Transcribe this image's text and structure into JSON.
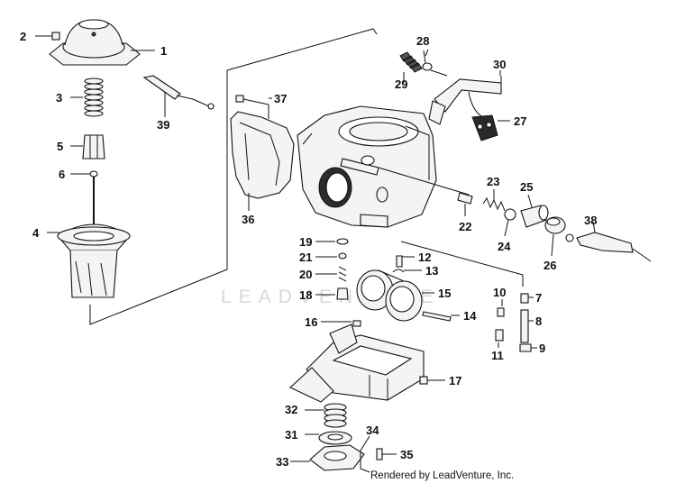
{
  "watermark": "LEADVENTURE",
  "credit": "Rendered by LeadVenture, Inc.",
  "callouts": {
    "c1": "1",
    "c2": "2",
    "c3": "3",
    "c4": "4",
    "c5": "5",
    "c6": "6",
    "c7": "7",
    "c8": "8",
    "c9": "9",
    "c10": "10",
    "c11": "11",
    "c12": "12",
    "c13": "13",
    "c14": "14",
    "c15": "15",
    "c16": "16",
    "c17": "17",
    "c18": "18",
    "c19": "19",
    "c20": "20",
    "c21": "21",
    "c22": "22",
    "c23": "23",
    "c24": "24",
    "c25": "25",
    "c26": "26",
    "c27": "27",
    "c28": "28",
    "c29": "29",
    "c30": "30",
    "c31": "31",
    "c32": "32",
    "c33": "33",
    "c34": "34",
    "c35": "35",
    "c36": "36",
    "c37": "37",
    "c38": "38",
    "c39": "39"
  }
}
